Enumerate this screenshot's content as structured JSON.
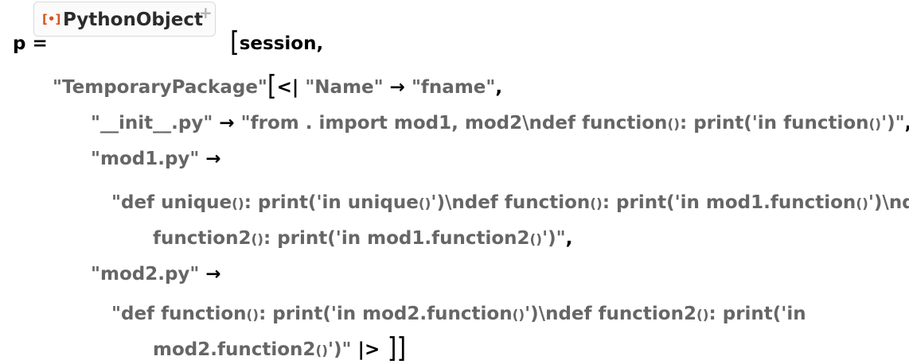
{
  "colors": {
    "string": "#666666",
    "symbol": "#000000",
    "icon_accent": "#d9531e",
    "chip_border": "#d9d9d9"
  },
  "line1": {
    "lhs": "p = ",
    "chip": {
      "icon": "[•]",
      "icon_name": "python-object-icon",
      "label": "PythonObject",
      "plus": "+"
    },
    "open_bracket": "[",
    "session": "session,"
  },
  "line2": {
    "pkg_head": "\"TemporaryPackage\"",
    "open": "[",
    "assoc_open": "<|",
    "key": "\"Name\"",
    "arrow": " → ",
    "value": "\"fname\"",
    "comma": ","
  },
  "line3": {
    "key": "\"__init__.py\"",
    "arrow": " → ",
    "value_a": "\"from . import mod1, mod2\\ndef function",
    "paren1": "()",
    "value_b": ": print('in function",
    "paren2": "()",
    "value_c": "')\"",
    "comma": ","
  },
  "line4": {
    "key": "\"mod1.py\"",
    "arrow": " →"
  },
  "line5": {
    "value_a": "\"def unique",
    "paren1": "()",
    "value_b": ": print('in unique",
    "paren2": "()",
    "value_c": "')\\ndef function",
    "paren3": "()",
    "value_d": ": print('in mod1.function",
    "paren4": "()",
    "value_e": "')\\ndef"
  },
  "line6": {
    "value_a": "function2",
    "paren1": "()",
    "value_b": ": print('in mod1.function2",
    "paren2": "()",
    "value_c": "')\"",
    "comma": ","
  },
  "line7": {
    "key": "\"mod2.py\"",
    "arrow": " →"
  },
  "line8": {
    "value_a": "\"def function",
    "paren1": "()",
    "value_b": ": print('in mod2.function",
    "paren2": "()",
    "value_c": "')\\ndef function2",
    "paren3": "()",
    "value_d": ": print('in"
  },
  "line9": {
    "value_a": "mod2.function2",
    "paren1": "()",
    "value_b": "')\"",
    "assoc_close": " |>",
    "close": " ]]"
  }
}
